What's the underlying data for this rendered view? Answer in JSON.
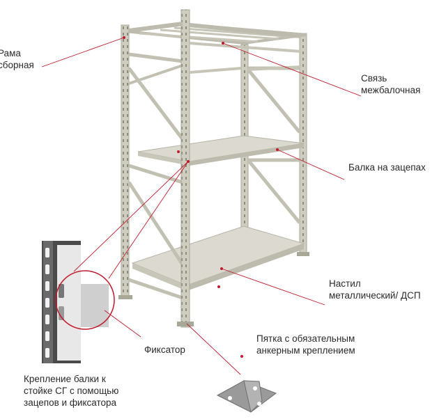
{
  "labels": {
    "frame": [
      "Рама",
      "сборная"
    ],
    "tie": [
      "Связь",
      "межбалочная"
    ],
    "beam": [
      "Балка на зацепах"
    ],
    "deck": [
      "Настил",
      "металлический/ ДСП"
    ],
    "foot": [
      "Пятка с обязательным",
      "анкерным креплением"
    ],
    "lock": [
      "Фиксатор"
    ],
    "mount": [
      "Крепление балки к",
      "стойке  СГ с помощью",
      "зацепов и фиксатора"
    ]
  },
  "colors": {
    "frame": "#cfcdbf",
    "frame_dark": "#a9a797",
    "shelf": "#dcdad0",
    "leader": "#c0192c",
    "inset_bg": "#4a4a4a"
  },
  "icons": [
    "shelving-unit-image",
    "beam-hook-detail-image",
    "foot-plate-image"
  ]
}
